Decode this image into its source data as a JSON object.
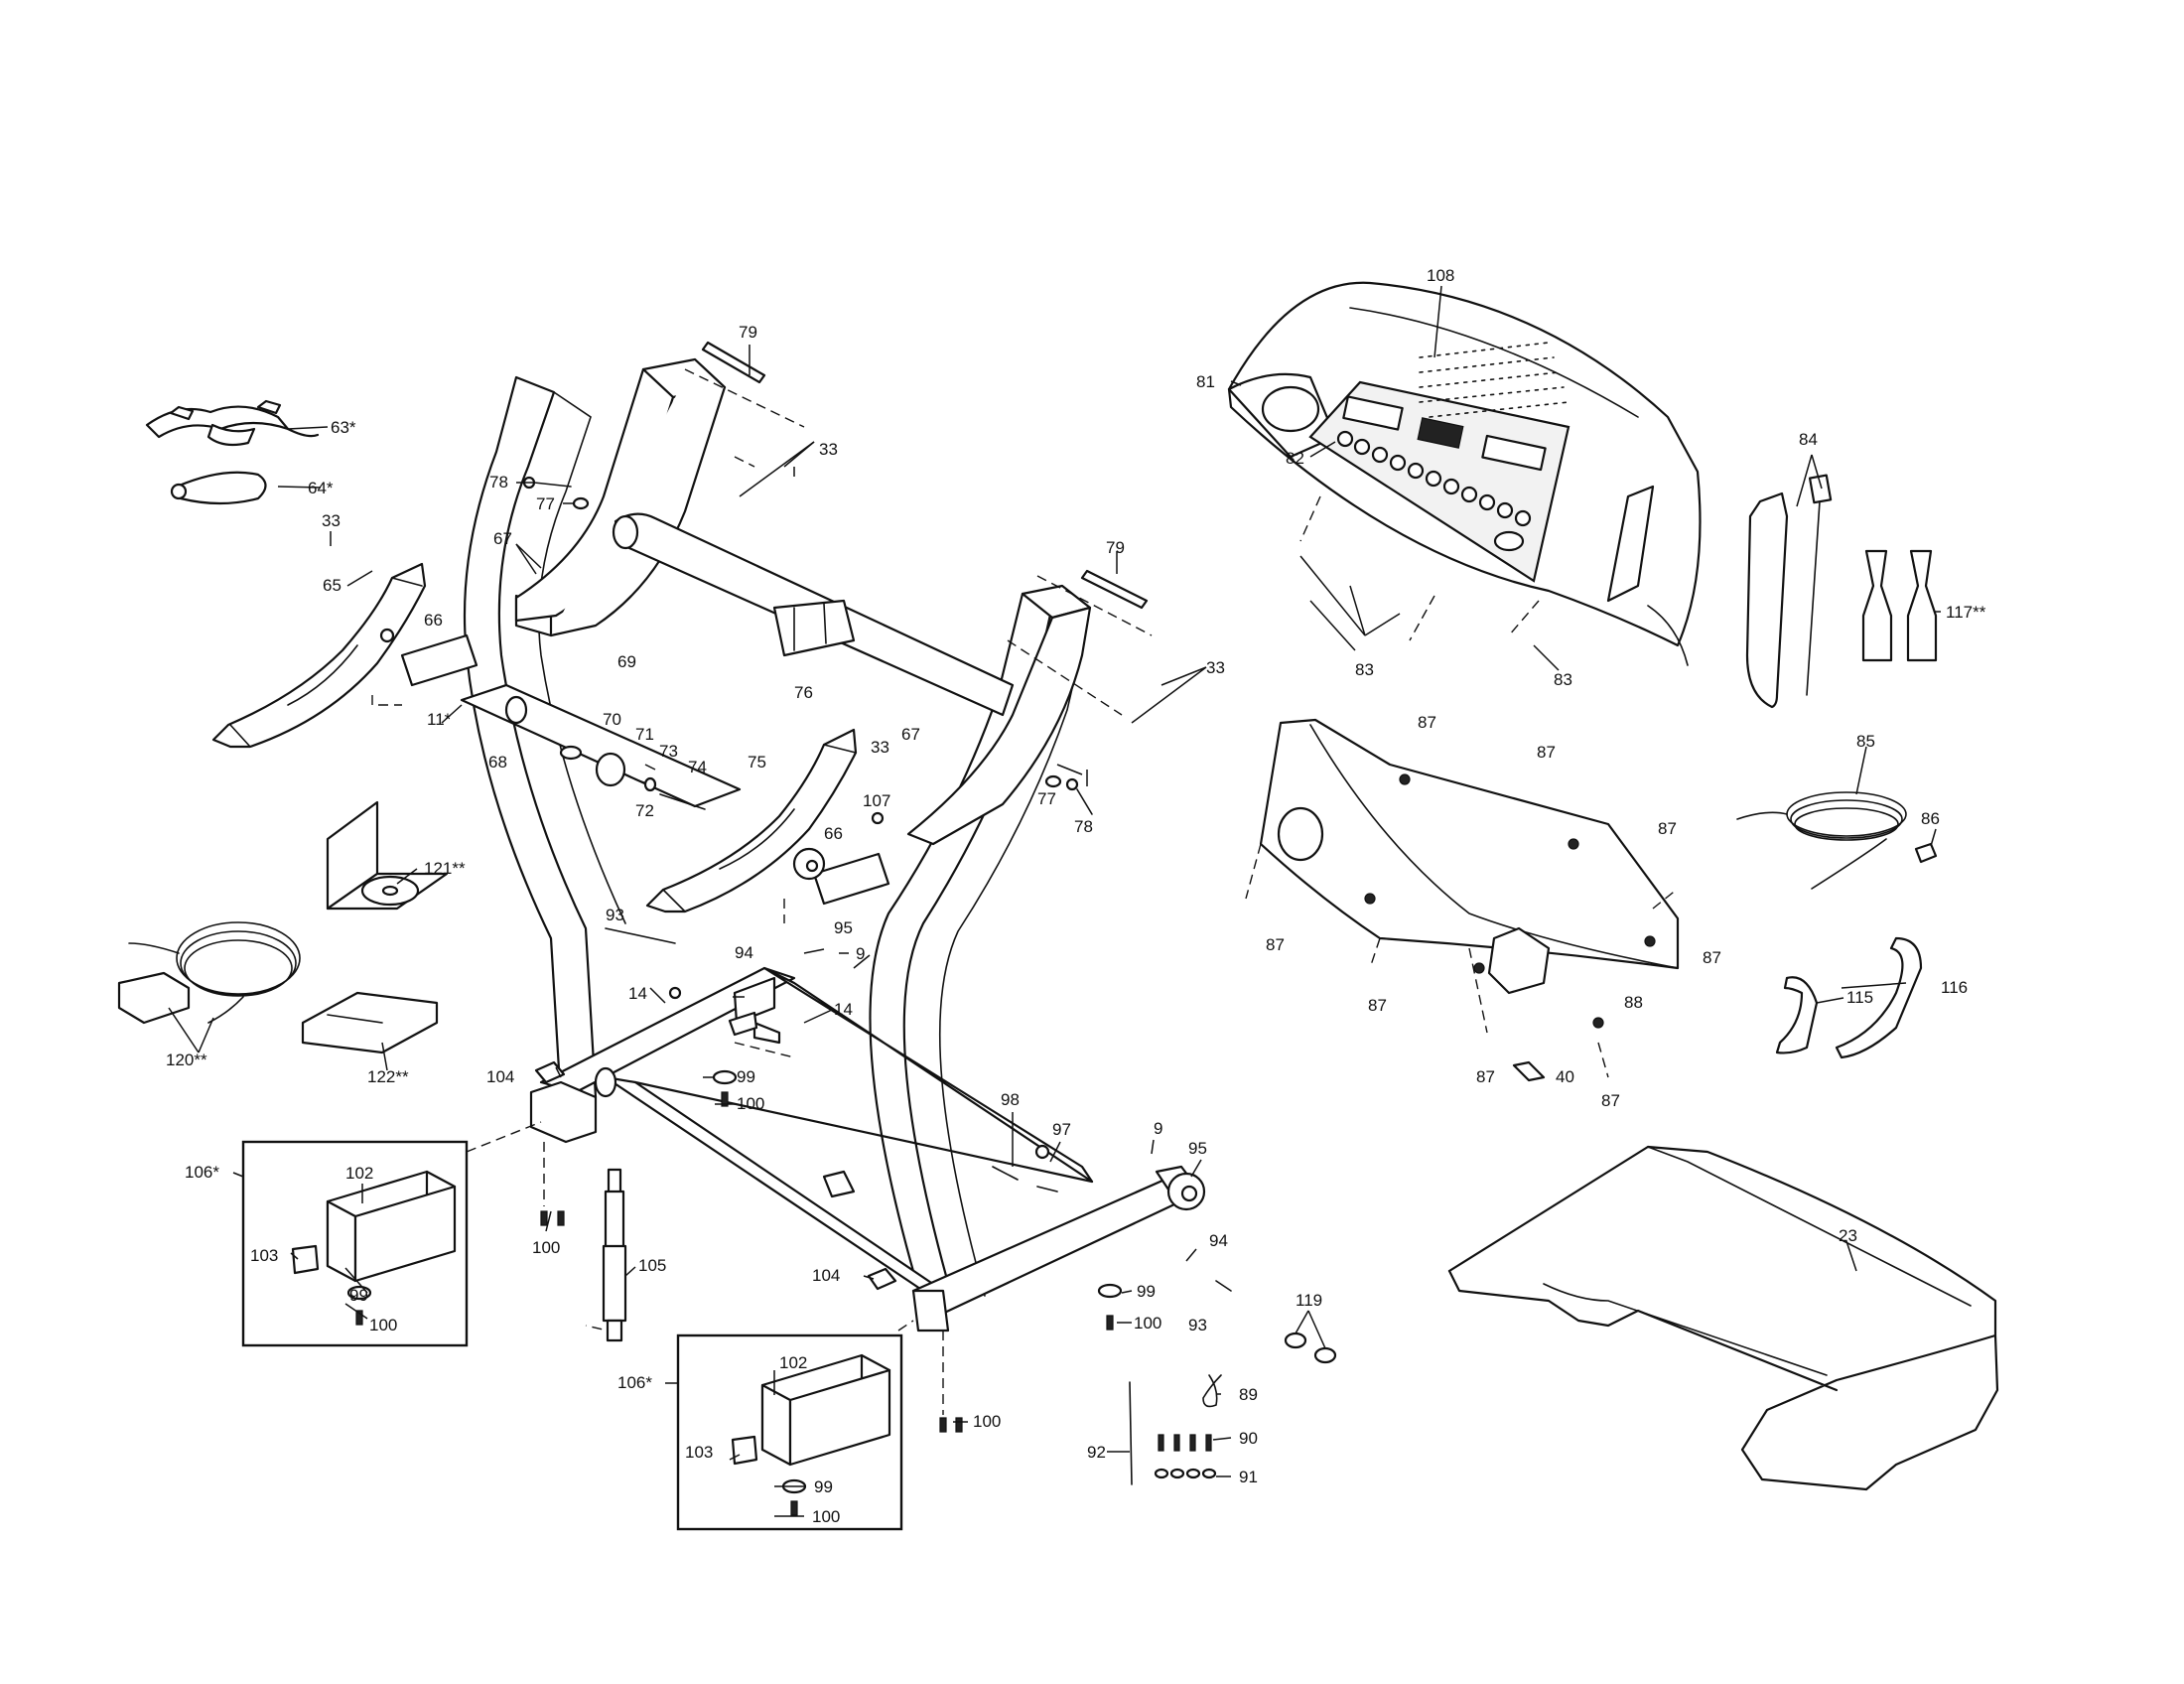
{
  "labels": {
    "l9a": "9",
    "l9b": "9",
    "l11": "11*",
    "l14a": "14",
    "l14b": "14",
    "l23": "23",
    "l33a": "33",
    "l33b": "33",
    "l33c": "33",
    "l33d": "33",
    "l40": "40",
    "l63": "63*",
    "l64": "64*",
    "l65": "65",
    "l66a": "66",
    "l66b": "66",
    "l67a": "67",
    "l67b": "67",
    "l68": "68",
    "l69": "69",
    "l70": "70",
    "l71": "71",
    "l72": "72",
    "l73": "73",
    "l74": "74",
    "l75": "75",
    "l76": "76",
    "l77a": "77",
    "l77b": "77",
    "l78a": "78",
    "l78b": "78",
    "l79a": "79",
    "l79b": "79",
    "l81": "81",
    "l82": "82",
    "l83a": "83",
    "l83b": "83",
    "l84": "84",
    "l85": "85",
    "l86": "86",
    "l87a": "87",
    "l87b": "87",
    "l87c": "87",
    "l87d": "87",
    "l87e": "87",
    "l87f": "87",
    "l87g": "87",
    "l87h": "87",
    "l88": "88",
    "l89": "89",
    "l90": "90",
    "l91": "91",
    "l92": "92",
    "l93a": "93",
    "l93b": "93",
    "l94a": "94",
    "l94b": "94",
    "l95a": "95",
    "l95b": "95",
    "l97": "97",
    "l98": "98",
    "l99a": "99",
    "l99b": "99",
    "l99c": "99",
    "l99d": "99",
    "l100a": "100",
    "l100b": "100",
    "l100c": "100",
    "l100d": "100",
    "l100e": "100",
    "l100f": "100",
    "l102a": "102",
    "l102b": "102",
    "l103a": "103",
    "l103b": "103",
    "l104a": "104",
    "l104b": "104",
    "l105": "105",
    "l106a": "106*",
    "l106b": "106*",
    "l107": "107",
    "l108": "108",
    "l115": "115",
    "l116": "116",
    "l117": "117**",
    "l119": "119",
    "l120": "120**",
    "l121": "121**",
    "l122": "122**"
  }
}
